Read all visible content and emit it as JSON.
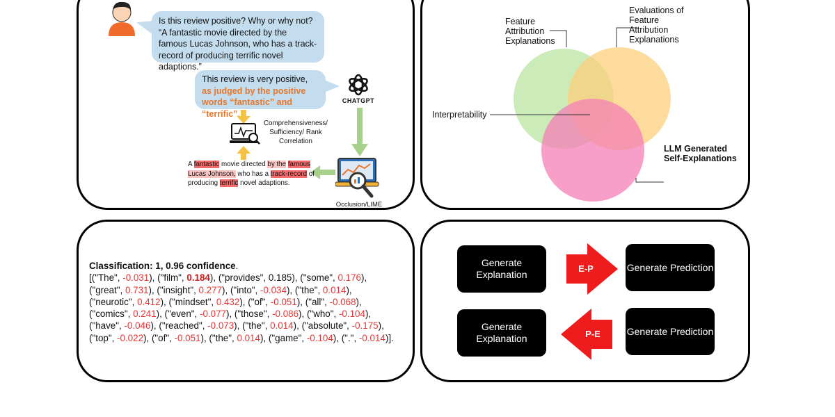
{
  "panel1": {
    "question": "Is this review positive? Why or why not? “A fantastic movie directed by the famous Lucas Johnson, who has a track-record of producing terrific novel adaptions.”",
    "answer_plain": "This review is very positive, ",
    "answer_highlight": "as judged by the positive words “fantastic” and “terrific”",
    "answer_end": ".",
    "chatgpt_label": "CHATGPT",
    "metric_label": "Comprehensiveness/ Sufficiency/ Rank Correlation",
    "occlusion_label": "Occlusion/LIME",
    "review_tokens": [
      {
        "t": "A ",
        "h": ""
      },
      {
        "t": "fantastic",
        "h": "strong"
      },
      {
        "t": " movie directed ",
        "h": ""
      },
      {
        "t": "by the",
        "h": "light"
      },
      {
        "t": " ",
        "h": ""
      },
      {
        "t": "famous",
        "h": "strong"
      },
      {
        "t": " Lucas Johnson,",
        "h": "light"
      },
      {
        "t": " who has a ",
        "h": ""
      },
      {
        "t": "track-record",
        "h": "strong"
      },
      {
        "t": " of producing ",
        "h": ""
      },
      {
        "t": "terrific",
        "h": "strong"
      },
      {
        "t": " novel adaptions.",
        "h": ""
      }
    ],
    "colors": {
      "bubble": "#c3ddef",
      "orange": "#e8772a",
      "yellow_arrow": "#f6c245",
      "green_arrow": "#a8d08d"
    }
  },
  "panel2": {
    "label_feature_attr": "Feature Attribution Explanations",
    "label_evaluations": "Evaluations of Feature Attribution Explanations",
    "label_interpretability": "Interpretability",
    "label_llm": "LLM Generated Self-Explanations",
    "colors": {
      "green": "#b9e6a0",
      "orange": "#fccf7c",
      "pink": "#f47fb6"
    }
  },
  "panel3": {
    "classification": "Classification: 1, 0.96 confidence",
    "tokens": [
      {
        "w": "The",
        "v": "-0.031"
      },
      {
        "w": "film",
        "v": "0.184"
      },
      {
        "w": "provides",
        "v": "0.185"
      },
      {
        "w": "some",
        "v": "0.176"
      },
      {
        "w": "great",
        "v": "0.731"
      },
      {
        "w": "insight",
        "v": "0.277"
      },
      {
        "w": "into",
        "v": "-0.034"
      },
      {
        "w": "the",
        "v": "0.014"
      },
      {
        "w": "neurotic",
        "v": "0.412"
      },
      {
        "w": "mindset",
        "v": "0.432"
      },
      {
        "w": "of",
        "v": "-0.051"
      },
      {
        "w": "all",
        "v": "-0.068"
      },
      {
        "w": "comics",
        "v": "0.241"
      },
      {
        "w": "even",
        "v": "-0.077"
      },
      {
        "w": "those",
        "v": "-0.086"
      },
      {
        "w": "who",
        "v": "-0.104"
      },
      {
        "w": "have",
        "v": "-0.046"
      },
      {
        "w": "reached",
        "v": "-0.073"
      },
      {
        "w": "the",
        "v": "0.014"
      },
      {
        "w": "absolute",
        "v": "-0.175"
      },
      {
        "w": "top",
        "v": "-0.022"
      },
      {
        "w": "of",
        "v": "-0.051"
      },
      {
        "w": "the",
        "v": "0.014"
      },
      {
        "w": "game",
        "v": "-0.104"
      },
      {
        "w": ".",
        "v": "-0.014"
      }
    ]
  },
  "panel4": {
    "gen_explanation": "Generate Explanation",
    "gen_prediction": "Generate Prediction",
    "ep_label": "E-P",
    "pe_label": "P-E",
    "colors": {
      "arrow": "#ee1c1c",
      "box": "#000000"
    }
  }
}
